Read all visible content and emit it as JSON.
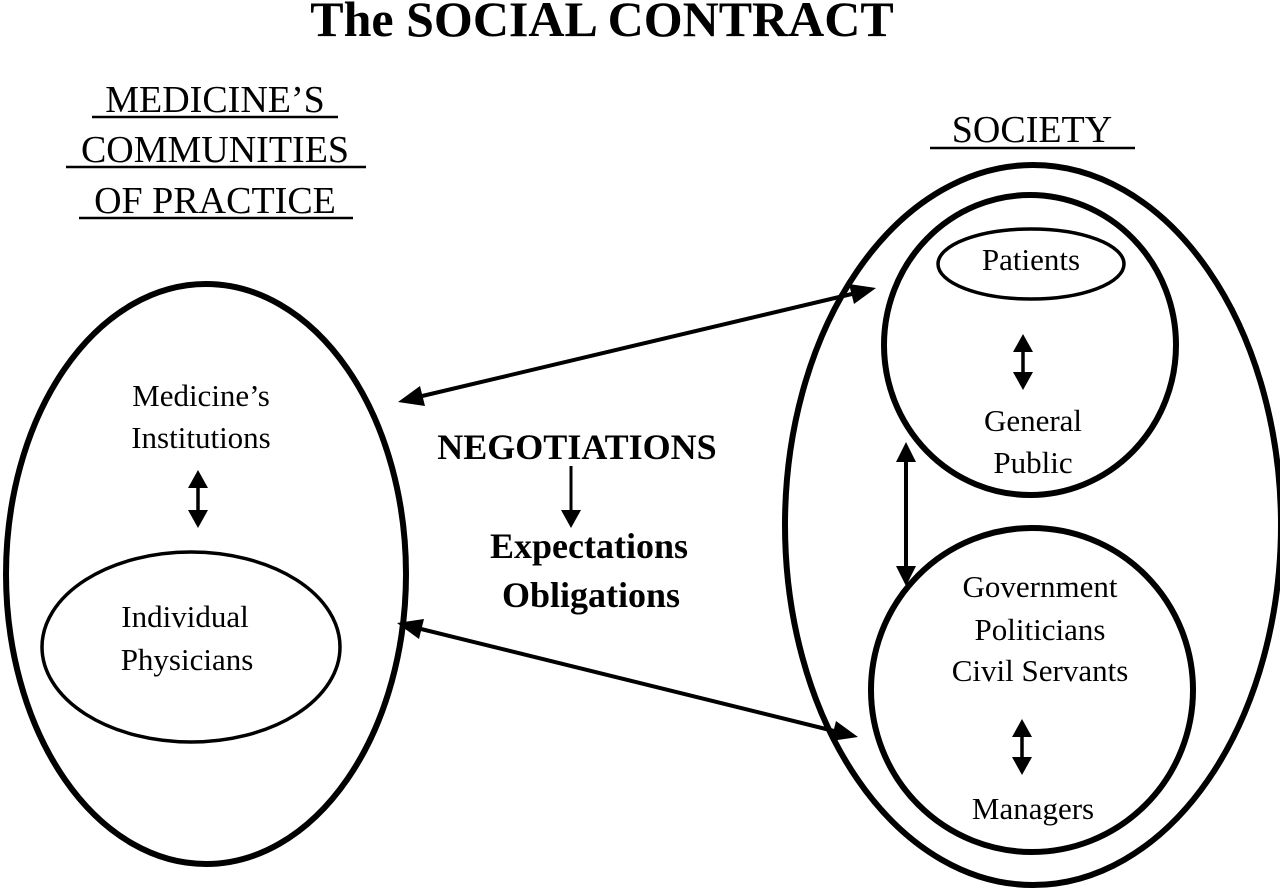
{
  "title": "The SOCIAL CONTRACT",
  "left_group": {
    "heading_lines": [
      "MEDICINE’S",
      "COMMUNITIES",
      "OF PRACTICE"
    ],
    "institutions_lines": [
      "Medicine’s",
      "Institutions"
    ],
    "physicians_lines": [
      "Individual",
      "Physicians"
    ]
  },
  "center": {
    "negotiations": "NEGOTIATIONS",
    "outcome_lines": [
      "Expectations",
      "Obligations"
    ]
  },
  "right_group": {
    "heading": "SOCIETY",
    "patients": "Patients",
    "public_lines": [
      "General",
      "Public"
    ],
    "government_lines": [
      "Government",
      "Politicians",
      "Civil Servants"
    ],
    "managers": "Managers"
  }
}
